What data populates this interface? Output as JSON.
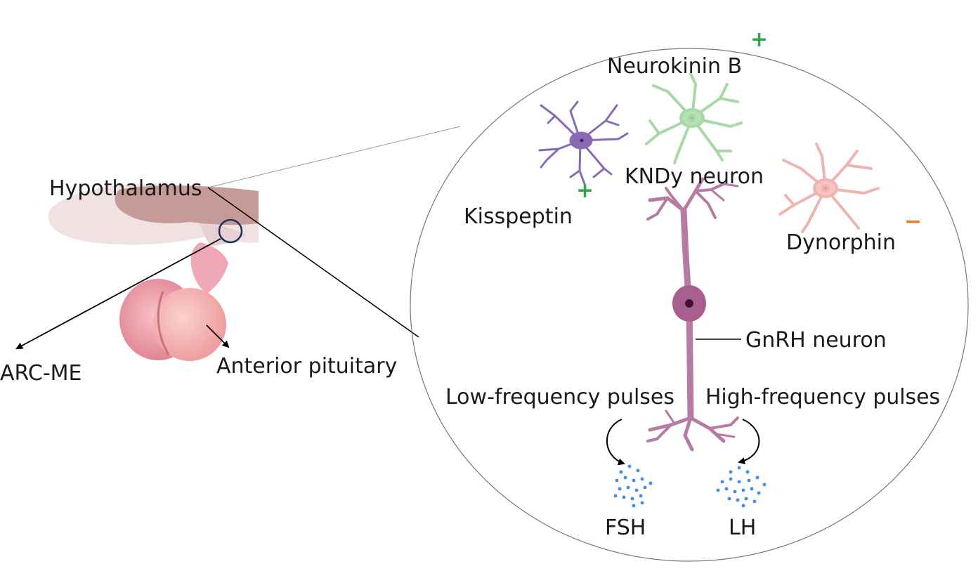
{
  "labels": {
    "hypothalamus": "Hypothalamus",
    "arc_me": "ARC-ME",
    "anterior_pituitary": "Anterior pituitary",
    "neurokinin_b": "Neurokinin B",
    "kndy_neuron": "KNDy neuron",
    "kisspeptin": "Kisspeptin",
    "dynorphin": "Dynorphin",
    "gnrh_neuron": "GnRH neuron",
    "low_freq": "Low-frequency pulses",
    "high_freq": "High-frequency pulses",
    "fsh": "FSH",
    "lh": "LH"
  },
  "signs": {
    "neurokinin_b": "+",
    "kisspeptin": "+",
    "dynorphin": "−"
  },
  "colors": {
    "stimulatory": "#2aa84a",
    "inhibitory": "#f07a1e",
    "gnrh_neuron": "#b77aa3",
    "kisspeptin_neuron": "#8a6bb3",
    "neurokinin_neuron": "#a8d8a8",
    "dynorphin_neuron": "#f0b4b0",
    "hormone_dots": "#4a90e2",
    "arc_circle": "#1f2f5a"
  },
  "icons": {
    "kisspeptin": "neuron-icon",
    "neurokinin_b": "neuron-icon",
    "dynorphin": "neuron-icon",
    "gnrh": "neuron-icon",
    "brain": "hypothalamus-pituitary-illustration"
  }
}
